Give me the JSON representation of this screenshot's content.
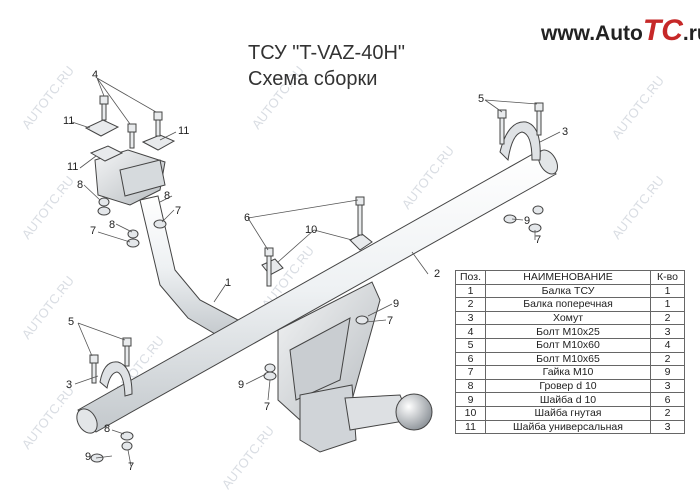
{
  "title": "ТСУ \"T-VAZ-40H\"",
  "subtitle": "Схема сборки",
  "watermark": "AUTOTC.RU",
  "logo": {
    "prefix": "www.Auto",
    "accent": "TC",
    "suffix": ".ru"
  },
  "callouts": [
    "4",
    "11",
    "11",
    "11",
    "8",
    "8",
    "8",
    "7",
    "7",
    "5",
    "3",
    "6",
    "10",
    "1",
    "2",
    "9",
    "7",
    "9",
    "7",
    "5",
    "3",
    "9",
    "7",
    "8",
    "9",
    "7"
  ],
  "table": {
    "headers": [
      "Поз.",
      "НАИМЕНОВАНИЕ",
      "К-во"
    ],
    "rows": [
      [
        "1",
        "Балка ТСУ",
        "1"
      ],
      [
        "2",
        "Балка поперечная",
        "1"
      ],
      [
        "3",
        "Хомут",
        "2"
      ],
      [
        "4",
        "Болт М10х25",
        "3"
      ],
      [
        "5",
        "Болт М10х60",
        "4"
      ],
      [
        "6",
        "Болт М10х65",
        "2"
      ],
      [
        "7",
        "Гайка  М10",
        "9"
      ],
      [
        "8",
        "Гровер d 10",
        "3"
      ],
      [
        "9",
        "Шайба d 10",
        "6"
      ],
      [
        "10",
        "Шайба гнутая",
        "2"
      ],
      [
        "11",
        "Шайба универсальная",
        "3"
      ]
    ]
  }
}
